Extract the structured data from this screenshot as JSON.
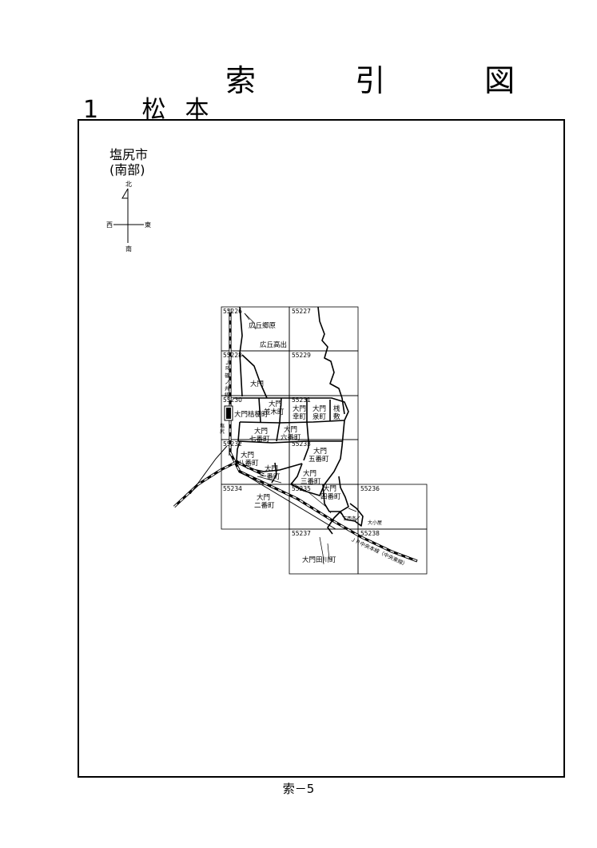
{
  "title": "索 引 図",
  "section": {
    "number": "1",
    "name": "松本"
  },
  "city_label": {
    "line1": "塩尻市",
    "line2": "(南部)"
  },
  "compass": {
    "north": "北",
    "south": "南",
    "east": "東",
    "west": "西"
  },
  "sheets": [
    "55226",
    "55227",
    "55228",
    "55229",
    "55230",
    "55231",
    "55232",
    "55233",
    "55234",
    "55235",
    "55236",
    "55237",
    "55238"
  ],
  "places": {
    "hirooka_goubara": "広丘郷原",
    "hirooka_takaide": "広丘高出",
    "daimon": "大門",
    "daimon_kikyou": "大門桔梗町",
    "daimon_namiki_1": "大門",
    "daimon_namiki_2": "並木町",
    "daimon_saiwai_1": "大門",
    "daimon_saiwai_2": "幸町",
    "daimon_izumi_1": "大門",
    "daimon_izumi_2": "泉町",
    "sajiki_1": "桟",
    "sajiki_2": "敷",
    "daimon_7_1": "大門",
    "daimon_7_2": "七番町",
    "daimon_6_1": "大門",
    "daimon_6_2": "六番町",
    "daimon_8_1": "大門",
    "daimon_8_2": "八番町",
    "daimon_5_1": "大門",
    "daimon_5_2": "五番町",
    "daimon_1_1": "大門",
    "daimon_1_2": "一番町",
    "daimon_3_1": "大門",
    "daimon_3_2": "三番町",
    "daimon_2_1": "大門",
    "daimon_2_2": "二番町",
    "daimon_4_1": "大門",
    "daimon_4_2": "四番町",
    "shimonishijo": "下西条",
    "okoya": "大小屋",
    "daimon_tagawa": "大門田川町",
    "shiojiri_st_1": "塩",
    "shiojiri_st_2": "尻"
  },
  "rail_labels": {
    "shinonoi": [
      "Ｊ",
      "Ｒ",
      "篠",
      "ノ",
      "井",
      "線"
    ],
    "chuo": "ＪＲ中央本線（中央東線）"
  },
  "footer": "索－5"
}
